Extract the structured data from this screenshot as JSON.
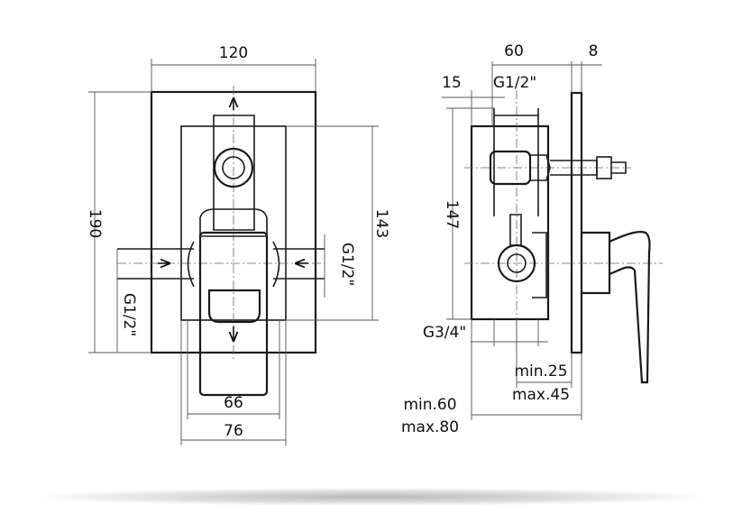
{
  "front_view": {
    "width_total": "120",
    "height_total": "190",
    "height_inner": "143",
    "inlet_left": "G1/2\"",
    "inlet_right": "G1/2\"",
    "width_inner": "66",
    "width_outer": "76"
  },
  "side_view": {
    "depth_body": "60",
    "plate": "8",
    "offset": "15",
    "outlet_top": "G1/2\"",
    "height_body": "147",
    "outlet_bottom": "G3/4\"",
    "adjust_small_min": "min.25",
    "adjust_small_max": "max.45",
    "adjust_large_min": "min.60",
    "adjust_large_max": "max.80"
  }
}
